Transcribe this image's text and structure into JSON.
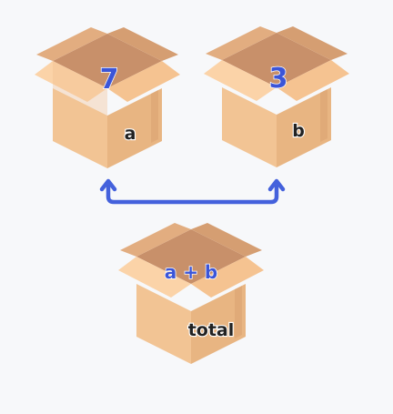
{
  "boxes": {
    "a": {
      "value": "7",
      "label": "a"
    },
    "b": {
      "value": "3",
      "label": "b"
    },
    "total": {
      "value": "a + b",
      "label": "total"
    }
  },
  "colors": {
    "connector": "#4461dc",
    "value_text": "#3b55d8",
    "label_text": "#222222",
    "box_front_left": "#f2c494",
    "box_front_right": "#e8b582",
    "box_inside": "#c8906a",
    "box_flap_light": "#fbd3a8",
    "box_flap_dark": "#d9a277",
    "background": "#f7f8fa"
  }
}
